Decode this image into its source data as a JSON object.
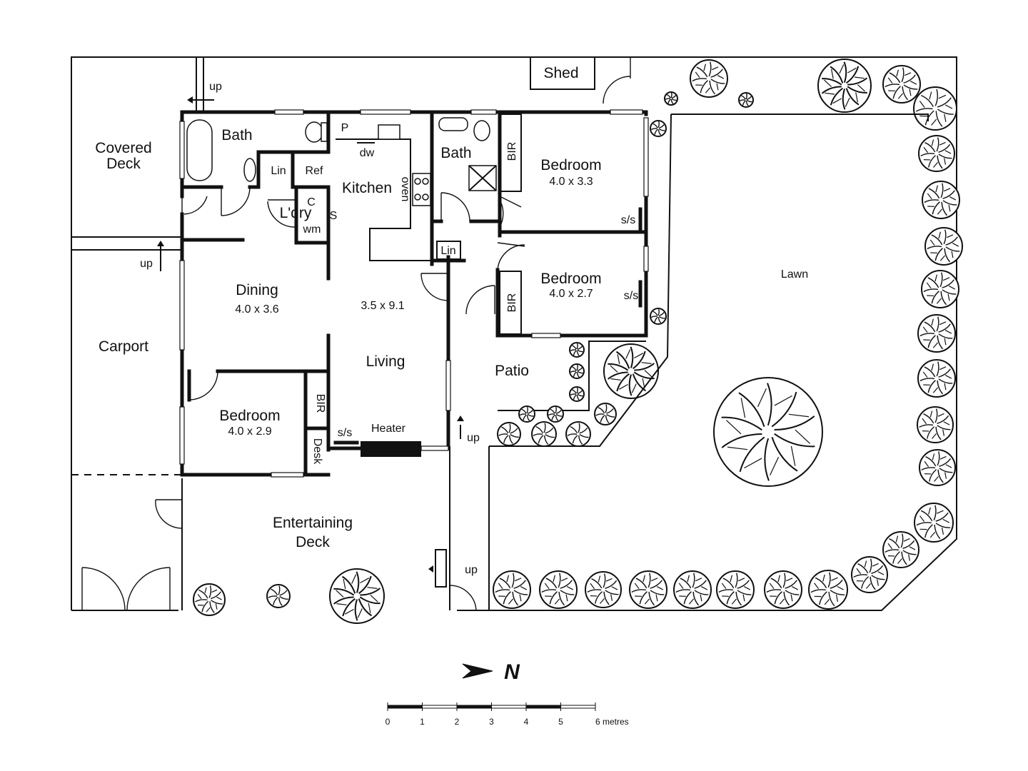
{
  "rooms": {
    "covered_deck": "Covered\nDeck",
    "bath1": "Bath",
    "lin1": "Lin",
    "ref": "Ref",
    "pantry": "P",
    "dw": "dw",
    "kitchen": "Kitchen",
    "oven": "oven",
    "c": "C",
    "ldry": "L'dry",
    "wm": "wm",
    "s": "S",
    "bath2": "Bath",
    "bir1": "BIR",
    "bedroom1": "Bedroom",
    "bedroom1_dim": "4.0 x 3.3",
    "ss1": "s/s",
    "lin2": "Lin",
    "bedroom2": "Bedroom",
    "bedroom2_dim": "4.0 x 2.7",
    "bir2": "BIR",
    "ss2": "s/s",
    "dining": "Dining",
    "dining_dim": "4.0 x 3.6",
    "living_dim": "3.5 x 9.1",
    "living": "Living",
    "carport": "Carport",
    "patio": "Patio",
    "bedroom3": "Bedroom",
    "bedroom3_dim": "4.0 x 2.9",
    "bir3": "BIR",
    "desk": "Desk",
    "ss3": "s/s",
    "heater": "Heater",
    "entertaining_deck": "Entertaining\nDeck",
    "shed": "Shed",
    "lawn": "Lawn"
  },
  "stairs": {
    "up1": "up",
    "up2": "up",
    "up3": "up",
    "up4": "up"
  },
  "compass": {
    "label": "N"
  },
  "scale": {
    "ticks": [
      "0",
      "1",
      "2",
      "3",
      "4",
      "5"
    ],
    "last": "6 metres"
  }
}
